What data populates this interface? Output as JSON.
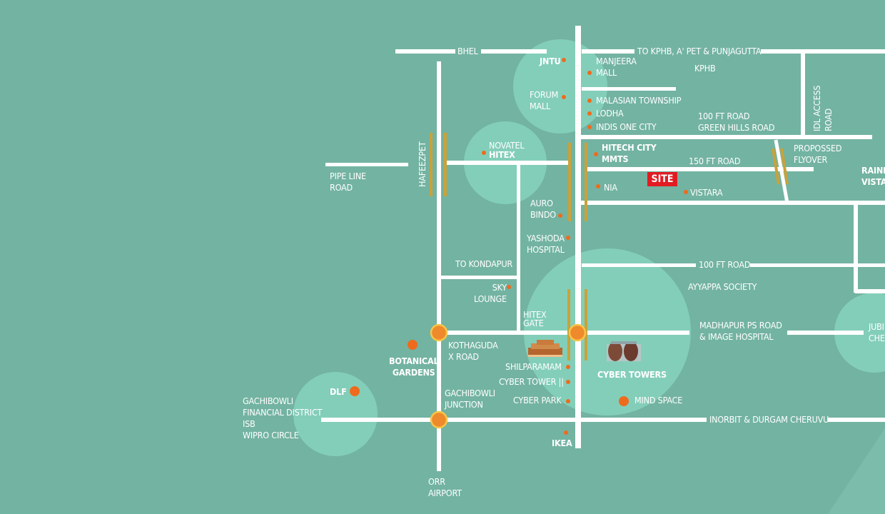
{
  "map": {
    "site_label": "SITE",
    "places": {
      "bhel": "BHEL",
      "kphb_road": "TO KPHB, A' PET & PUNJAGUTTA",
      "jntu": "JNTU",
      "manjeera": "MANJEERA\nMALL",
      "kphb": "KPHB",
      "idl": "IDL ACCESS\nROAD",
      "forum": "FORUM\nMALL",
      "malasian": "MALASIAN TOWNSHIP",
      "lodha": "LODHA",
      "indis": "INDIS ONE CITY",
      "green_hills": "100 FT ROAD\nGREEN HILLS ROAD",
      "hafeezpet": "HAFEEZPET",
      "novatel": "NOVATEL",
      "hitex": "HITEX",
      "hitech_mmts": "HITECH CITY\nMMTS",
      "road_150": "150 FT ROAD",
      "flyover": "PROPOSSED\nFLYOVER",
      "rainbow": "RAINB\nVISTA",
      "pipeline": "PIPE LINE\nROAD",
      "nia": "NIA",
      "vistara": "VISTARA",
      "auro": "AURO\nBINDO",
      "yashoda": "YASHODA\nHOSPITAL",
      "kondapur": "TO KONDAPUR",
      "road_100": "100 FT ROAD",
      "ayyappa": "AYYAPPA SOCIETY",
      "sky": "SKY\nLOUNGE",
      "hitex_gate": "HITEX\nGATE",
      "madhapur": "MADHAPUR PS ROAD\n& IMAGE HOSPITAL",
      "jubilee": "JUBI\nCHE",
      "kothaguda": "KOTHAGUDA\nX ROAD",
      "botanical": "BOTANICAL\nGARDENS",
      "shilparamam": "SHILPARAMAM",
      "cyber_tower2": "CYBER TOWER ||",
      "cyber_towers": "CYBER TOWERS",
      "dlf": "DLF",
      "gachi_junction": "GACHIBOWLI\nJUNCTION",
      "cyber_park": "CYBER PARK",
      "mind_space": "MIND SPACE",
      "gachi_fd": "GACHIBOWLI\nFINANCIAL DISTRICT\nISB\nWIPRO CIRCLE",
      "inorbit": "INORBIT & DURGAM CHERUVU",
      "ikea": "IKEA",
      "orr": "ORR\nAIRPORT"
    }
  },
  "colors": {
    "background": "#73b3a1",
    "road": "#ffffff",
    "circle": "#86d2bd",
    "marker": "#ee6b1d",
    "site": "#e21b23",
    "rail": "#c9a23a"
  }
}
